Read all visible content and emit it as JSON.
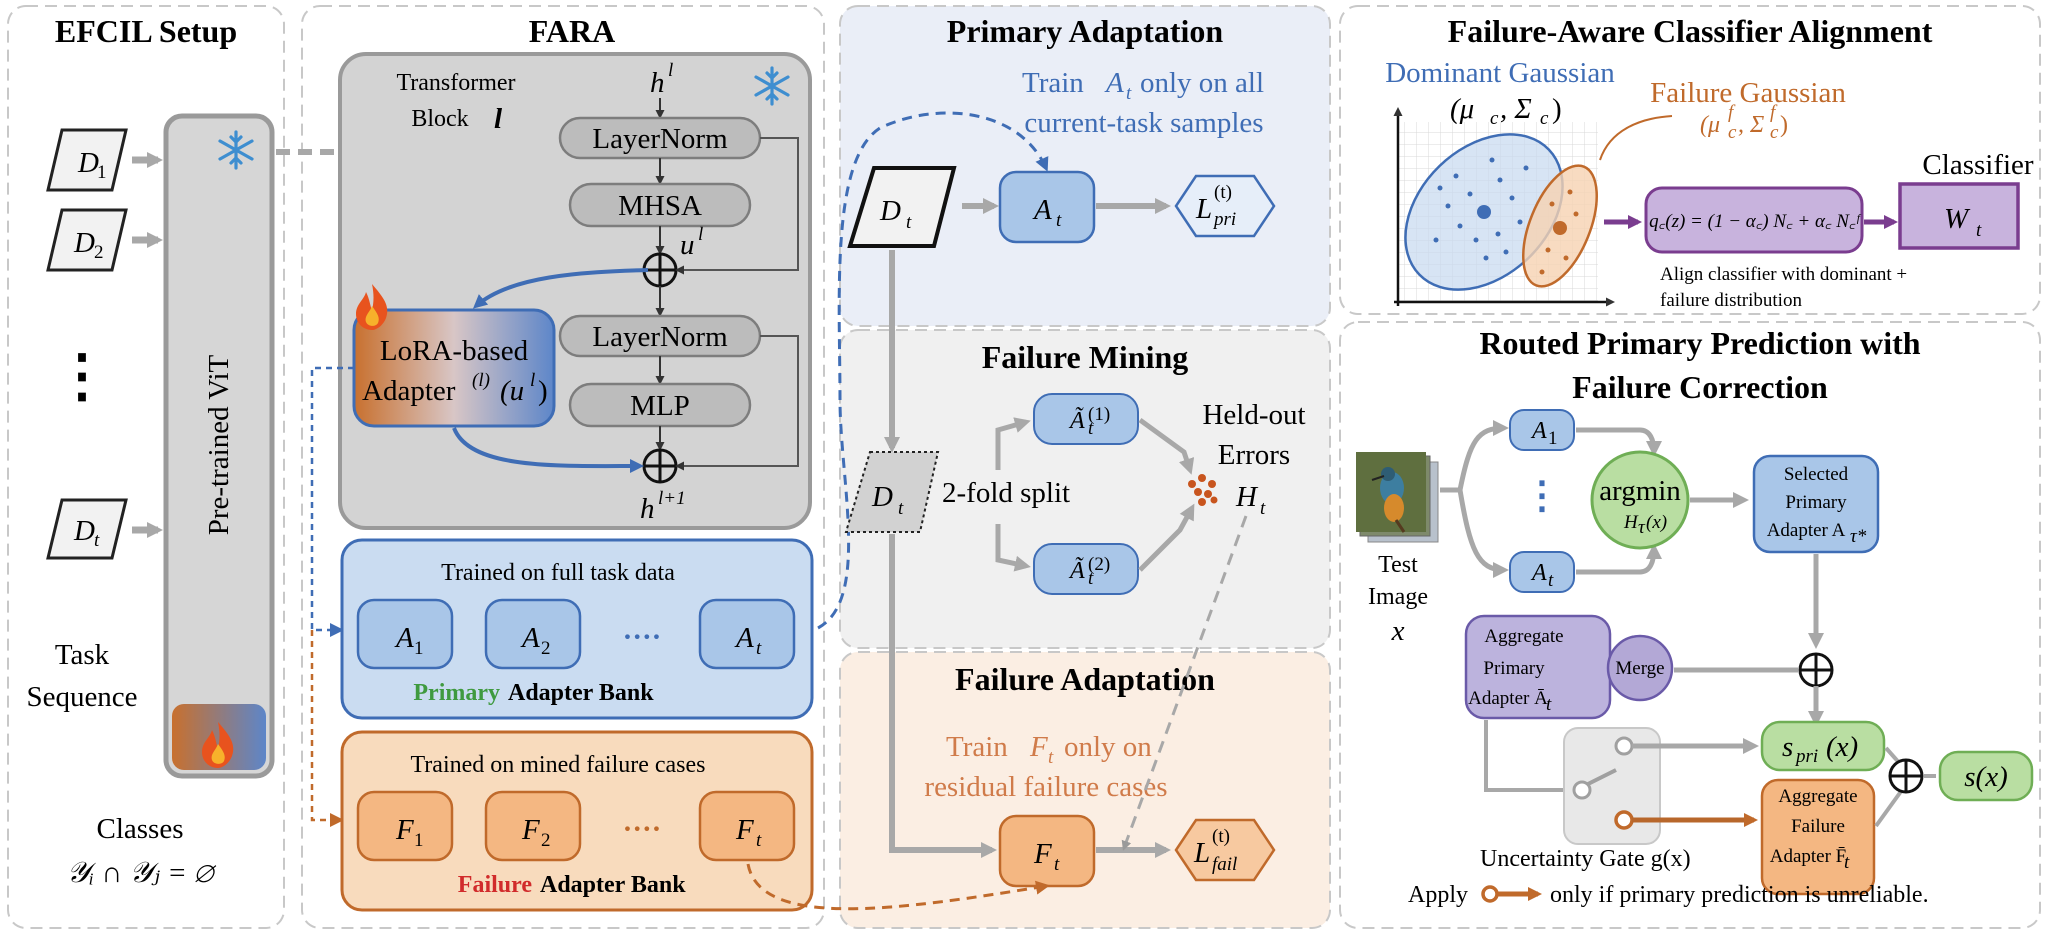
{
  "panels": {
    "efcil": {
      "title": "EFCIL Setup",
      "dataset_labels": [
        "D",
        "D",
        "D"
      ],
      "dataset_subs": [
        "1",
        "2",
        "t"
      ],
      "vertical_dots": "⋮",
      "vit_label": "Pre-trained ViT",
      "task_sequence": [
        "Task",
        "Sequence"
      ],
      "classes_label": "Classes",
      "classes_formula": "𝒴ᵢ ∩ 𝒴ⱼ = ∅"
    },
    "fara": {
      "title": "FARA",
      "transformer_block": [
        "Transformer",
        "Block"
      ],
      "block_var": "l",
      "h_in": "h",
      "h_in_sup": "l",
      "layernorm_1": "LayerNorm",
      "mhsa": "MHSA",
      "u_label": "u",
      "u_sup": "l",
      "layernorm_2": "LayerNorm",
      "mlp": "MLP",
      "h_out": "h",
      "h_out_sup": "l+1",
      "lora_line1": "LoRA-based",
      "lora_line2": "Adapter",
      "lora_sup": "(l)",
      "lora_arg": "(u",
      "lora_arg_sup": "l",
      "lora_arg_close": ")",
      "primary_bank": {
        "caption": "Trained on full task data",
        "items": [
          "A",
          "A",
          "A"
        ],
        "subs": [
          "1",
          "2",
          "t"
        ],
        "ellipsis": "····",
        "name_colored": "Primary",
        "name_rest": "Adapter Bank"
      },
      "failure_bank": {
        "caption": "Trained on mined failure cases",
        "items": [
          "F",
          "F",
          "F"
        ],
        "subs": [
          "1",
          "2",
          "t"
        ],
        "ellipsis": "····",
        "name_colored": "Failure",
        "name_rest": "Adapter Bank"
      }
    },
    "primary_adaptation": {
      "title": "Primary Adaptation",
      "note_line1_a": "Train",
      "note_line1_var": "A",
      "note_line1_sub": "t",
      "note_line1_b": "only on all",
      "note_line2": "current-task samples",
      "data": "D",
      "data_sub": "t",
      "adapter": "A",
      "adapter_sub": "t",
      "loss": "L",
      "loss_sup": "(t)",
      "loss_sub": "pri"
    },
    "failure_mining": {
      "title": "Failure Mining",
      "data": "D",
      "data_sub": "t",
      "split_label": "2-fold split",
      "fold_1": "Ã",
      "fold_1_sub": "t",
      "fold_1_sup": "(1)",
      "fold_2": "Ã",
      "fold_2_sub": "t",
      "fold_2_sup": "(2)",
      "heldout": [
        "Held-out",
        "Errors"
      ],
      "errors_var": "H",
      "errors_sub": "t"
    },
    "failure_adaptation": {
      "title": "Failure Adaptation",
      "note_line1_a": "Train",
      "note_line1_var": "F",
      "note_line1_sub": "t",
      "note_line1_b": "only on",
      "note_line2": "residual failure cases",
      "adapter": "F",
      "adapter_sub": "t",
      "loss": "L",
      "loss_sup": "(t)",
      "loss_sub": "fail"
    },
    "classifier_alignment": {
      "title": "Failure-Aware Classifier Alignment",
      "dominant_label": "Dominant Gaussian",
      "dominant_params": "(μ",
      "dominant_params_sub1": "c",
      "dominant_params_mid": ", Σ",
      "dominant_params_sub2": "c",
      "dominant_params_close": ")",
      "failure_label": "Failure Gaussian",
      "failure_params": "(μ",
      "failure_params_sub1": "c",
      "failure_params_sup1": "f",
      "failure_params_mid": ", Σ",
      "failure_params_sub2": "c",
      "failure_params_sup2": "f",
      "failure_params_close": ")",
      "formula": "q꜀(z) = (1 − α꜀) N꜀ + α꜀ N꜀ᶠ",
      "classifier_label": "Classifier",
      "classifier_var": "W",
      "classifier_sub": "t",
      "align_note": [
        "Align classifier with dominant +",
        "failure distribution"
      ]
    },
    "routed_prediction": {
      "title": [
        "Routed Primary Prediction with",
        "Failure Correction"
      ],
      "test_image": [
        "Test",
        "Image"
      ],
      "test_var": "x",
      "adapters": [
        "A",
        "A"
      ],
      "adapter_subs": [
        "1",
        "t"
      ],
      "vdots": "⋮",
      "argmin": "argmin",
      "argmin_sub": "H",
      "argmin_sub2": "τ",
      "argmin_sub3": "(x)",
      "selected": [
        "Selected",
        "Primary",
        "Adapter A"
      ],
      "selected_sub": "τ*",
      "aggregate_primary": [
        "Aggregate",
        "Primary",
        "Adapter Ā"
      ],
      "aggregate_primary_sub": "t",
      "merge": "Merge",
      "s_pri": "s",
      "s_pri_sub": "pri",
      "s_pri_arg": "(x)",
      "s_final": "s(x)",
      "aggregate_failure": [
        "Aggregate",
        "Failure",
        "Adapter F̄"
      ],
      "aggregate_failure_sub": "t",
      "gate_label": "Uncertainty Gate g(x)",
      "apply_a": "Apply",
      "apply_b": "only if primary prediction is unreliable."
    }
  },
  "colors": {
    "blue": "#3f6db5",
    "blue_fill": "#bcd3ee",
    "orange": "#c06a2b",
    "orange_fill": "#f5c99c",
    "gray_box": "#d9d9d9",
    "purple": "#7a3d8f",
    "purple_fill": "#c8b3dd",
    "green": "#6fae55",
    "green_fill": "#b9dea2",
    "primary_word": "#3f9a3f",
    "failure_word": "#d12b2b"
  },
  "icons": [
    "snowflake-icon",
    "fire-icon",
    "oplus-icon",
    "switch-icon",
    "bird-photo"
  ]
}
